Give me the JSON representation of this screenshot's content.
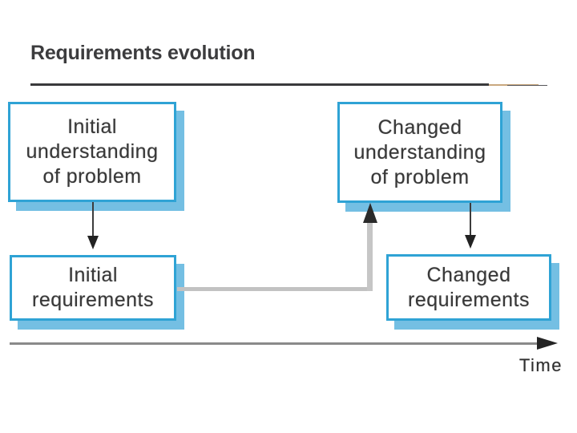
{
  "title": "Requirements evolution",
  "diagram": {
    "boxes": [
      {
        "name": "initial-understanding",
        "lines": [
          "Initial",
          "understanding",
          "of problem"
        ]
      },
      {
        "name": "changed-understanding",
        "lines": [
          "Changed",
          "understanding",
          "of problem"
        ]
      },
      {
        "name": "initial-requirements",
        "lines": [
          "Initial",
          "requirements"
        ]
      },
      {
        "name": "changed-requirements",
        "lines": [
          "Changed",
          "requirements"
        ]
      }
    ],
    "connections": [
      "initial-understanding -> initial-requirements",
      "changed-understanding -> changed-requirements",
      "initial-requirements -> changed-understanding"
    ],
    "timeline_label": "Time"
  },
  "colors": {
    "box_border": "#2fa3d5",
    "box_shadow": "#74bfe3",
    "box_text": "#383838",
    "title_text": "#3c3c3e",
    "underline_dark": "#3a3a3c",
    "underline_tan": "#c9a87e",
    "connector_gray": "#c2c2c2",
    "timeline_gray": "#8a8a8a",
    "arrow_dark": "#222222",
    "background": "#ffffff"
  }
}
